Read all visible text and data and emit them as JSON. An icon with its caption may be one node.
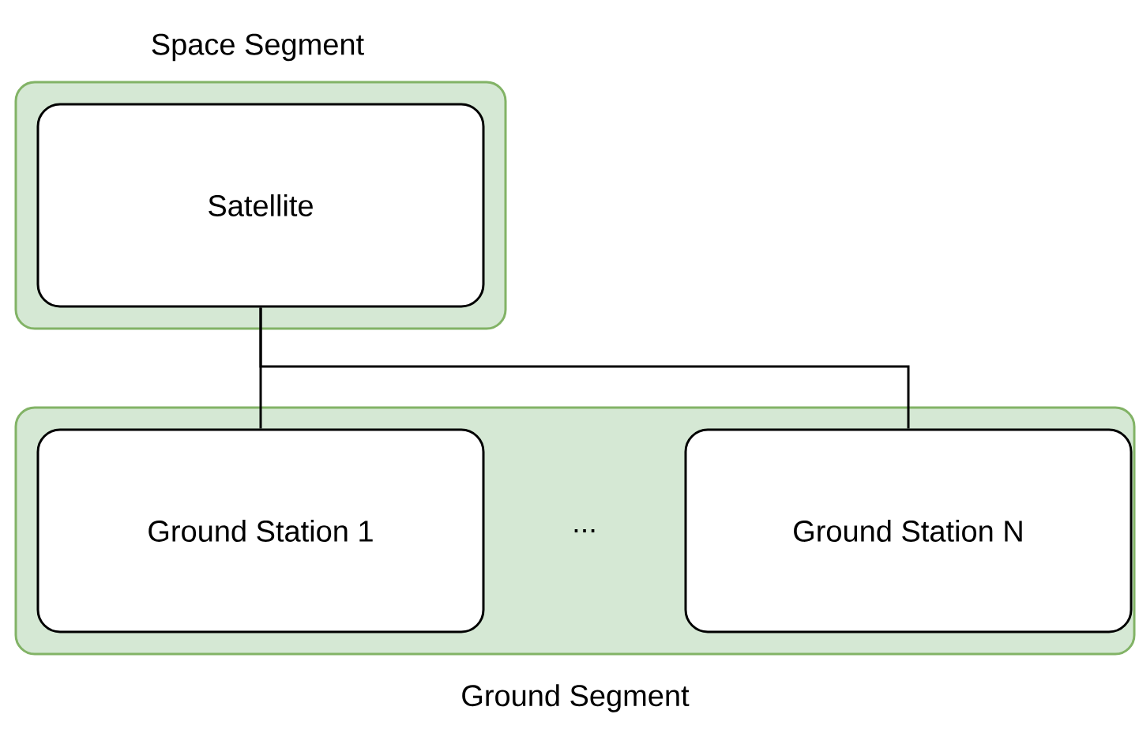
{
  "diagram": {
    "nodes": [
      {
        "text": [
          "Space Segment"
        ]
      },
      {
        "text": [
          "Satellite"
        ],
        "in": 0
      },
      {
        "text": [
          "Ground Segment"
        ]
      },
      {
        "text": [
          "Ground Station 1"
        ],
        "in": 2
      },
      {
        "text": [
          "Ground Station N"
        ],
        "in": 2
      }
    ],
    "edges": [
      {
        "from": 1,
        "to": 3,
        "arrow": "none"
      },
      {
        "from": 1,
        "to": 4,
        "arrow": "none"
      }
    ],
    "labels": [
      "..."
    ]
  }
}
